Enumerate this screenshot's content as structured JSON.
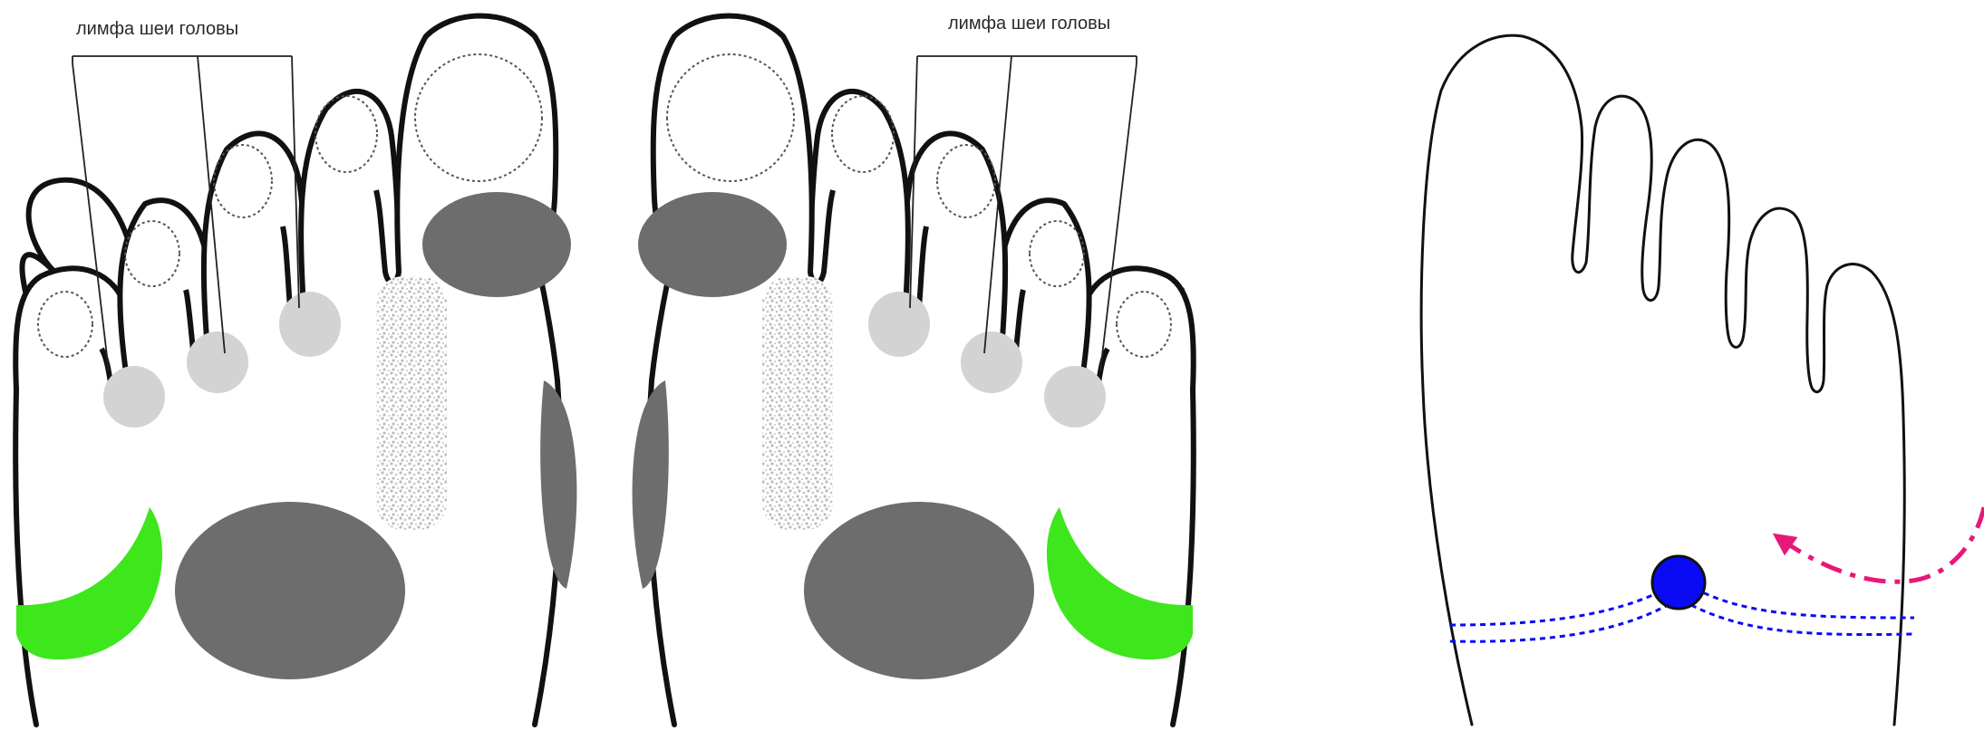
{
  "labels": {
    "left_foot_zone": "лимфа шеи головы",
    "right_foot_zone": "лимфа шеи головы"
  },
  "colors": {
    "outline": "#111111",
    "lymph_green": "#3ee61c",
    "dark_zone": "#6d6d6d",
    "light_zone": "#d3d3d3",
    "point_blue": "#0a0af5",
    "arrow_magenta": "#e8177a"
  },
  "icons": {
    "point_marker": "filled-circle",
    "arrow": "dash-dot-arrow"
  }
}
